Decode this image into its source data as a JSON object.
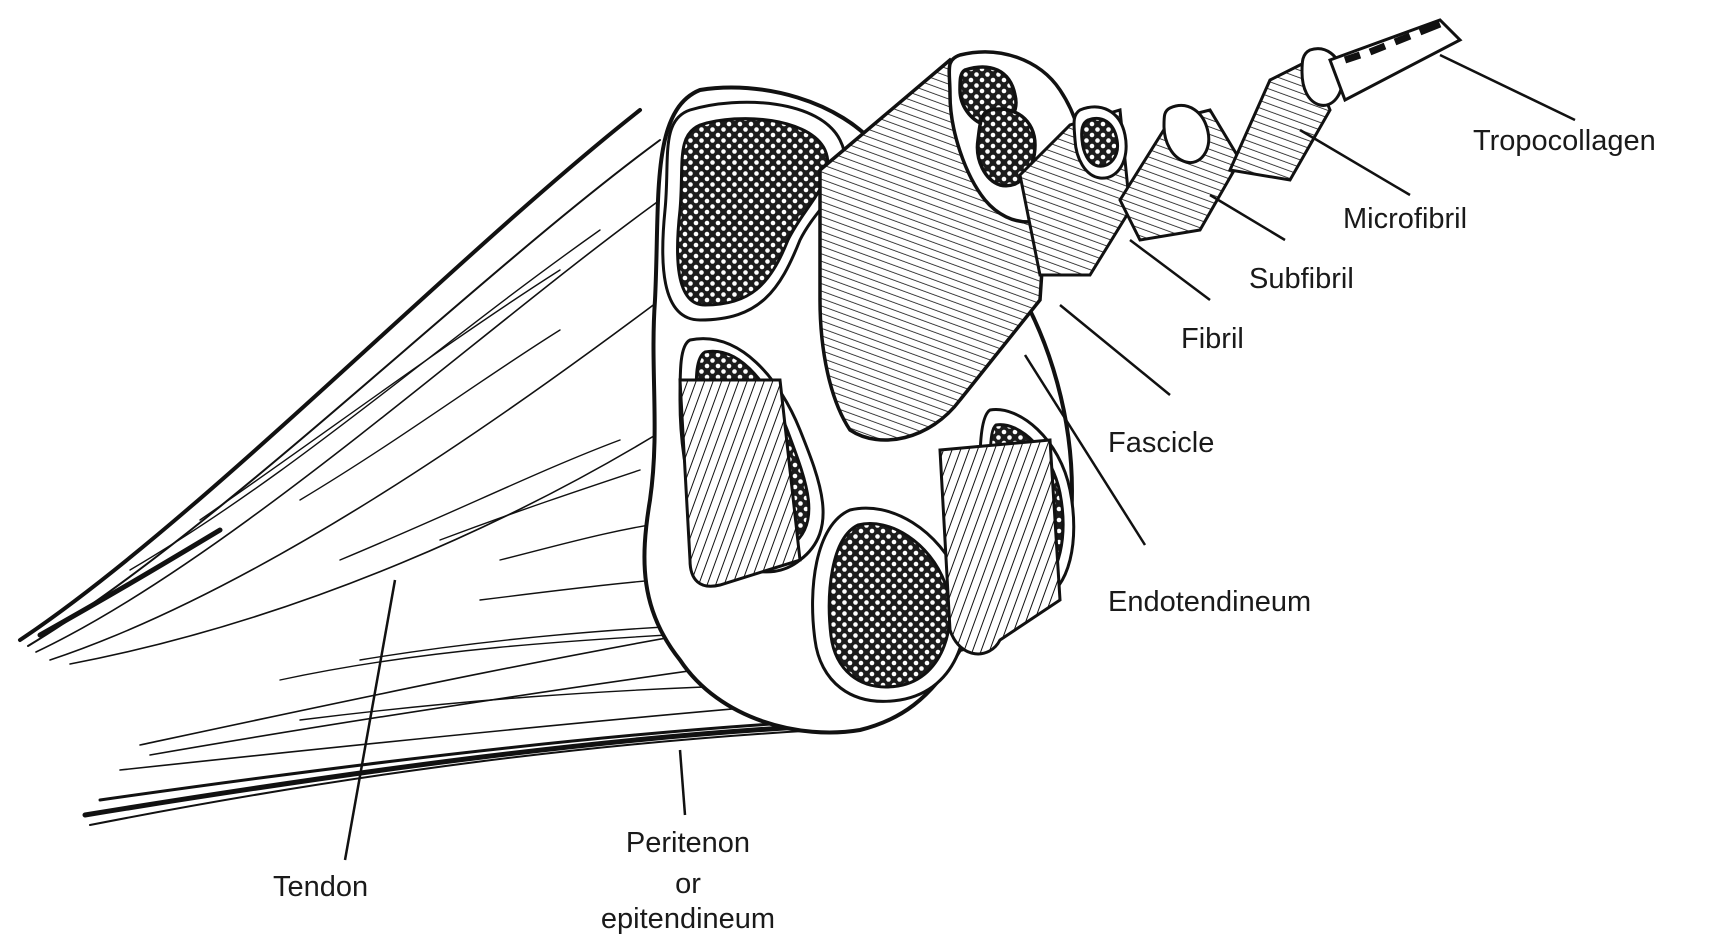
{
  "labels": {
    "tropocollagen": "Tropocollagen",
    "microfibril": "Microfibril",
    "subfibril": "Subfibril",
    "fibril": "Fibril",
    "fascicle": "Fascicle",
    "endotendineum": "Endotendineum",
    "tendon": "Tendon",
    "peritenon_line1": "Peritenon",
    "peritenon_line2": "or",
    "peritenon_line3": "epitendineum"
  },
  "colors": {
    "ink": "#111111",
    "paper": "#ffffff",
    "stipple": "#1c1c1c"
  }
}
